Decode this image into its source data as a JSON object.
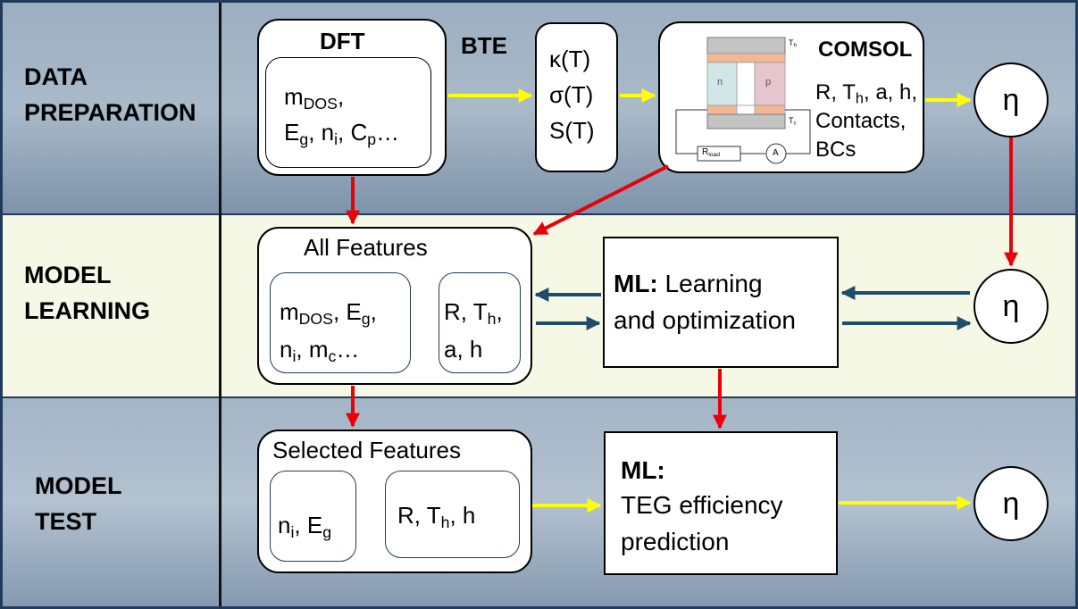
{
  "stages": {
    "prep": "DATA\nPREPARATION",
    "learn": "MODEL\nLEARNING",
    "test": "MODEL\nTEST"
  },
  "dft": {
    "title": "DFT",
    "line1": {
      "a": "m",
      "a_sub": "DOS",
      "b": ","
    },
    "line2": {
      "a": "E",
      "a_sub": "g",
      "b": ", n",
      "b_sub": "i",
      "c": ", C",
      "c_sub": "p",
      "d": "…"
    }
  },
  "bte": {
    "label": "BTE"
  },
  "transport": {
    "kappa": "κ(T)",
    "sigma": "σ(T)",
    "seebeck": "S(T)"
  },
  "comsol": {
    "title": "COMSOL",
    "line1": {
      "a": "R",
      "b": ", T",
      "b_sub": "h",
      "c": ", a, h,"
    },
    "line2": "Contacts,",
    "line3": "BCs",
    "device": {
      "th": "T",
      "th_sub": "h",
      "tc": "T",
      "tc_sub": "c",
      "n": "n",
      "p": "p",
      "rload": "R",
      "rload_sub": "load",
      "ammeter": "A"
    }
  },
  "eta": "η",
  "all_features": {
    "title": "All Features",
    "left": {
      "l1": {
        "a": "m",
        "a_sub": "DOS",
        "b": ", E",
        "b_sub": "g",
        "c": ","
      },
      "l2": {
        "a": "n",
        "a_sub": "i",
        "b": ", m",
        "b_sub": "c",
        "c": "…"
      }
    },
    "right": {
      "l1": {
        "a": "R, T",
        "a_sub": "h",
        "b": ","
      },
      "l2": "a, h"
    }
  },
  "ml_learning": {
    "bold": "ML:",
    "rest": " Learning",
    "line2": "and optimization"
  },
  "selected_features": {
    "title": "Selected Features",
    "left": {
      "a": "n",
      "a_sub": "i",
      "b": ", E",
      "b_sub": "g"
    },
    "right": {
      "a": "R, T",
      "a_sub": "h",
      "b": ", h"
    }
  },
  "ml_prediction": {
    "bold": "ML:",
    "line2": "TEG efficiency",
    "line3": "prediction"
  },
  "colors": {
    "yellow_arrow": "#ffff00",
    "red_arrow": "#e8000b",
    "dark_arrow": "#1f4e6b",
    "frame": "#1f3a5c"
  }
}
